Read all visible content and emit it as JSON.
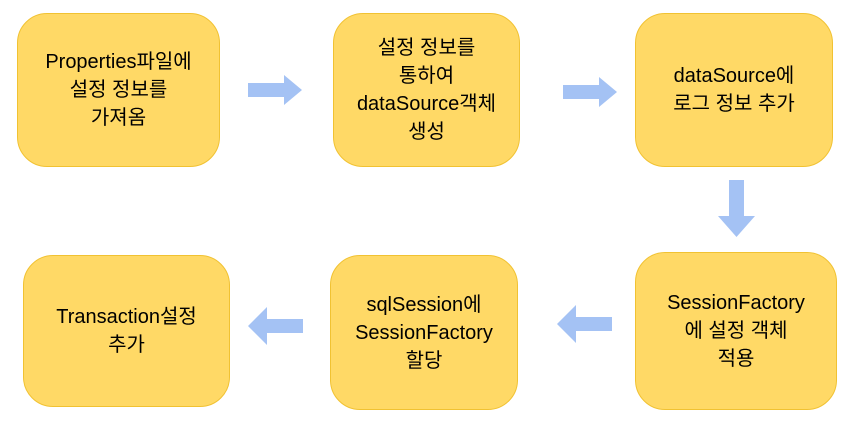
{
  "diagram": {
    "type": "flowchart",
    "colors": {
      "background": "#FFFFFF",
      "box_fill": "#FFD966",
      "box_border": "#F1C232",
      "arrow": "#A4C2F4",
      "text": "#000000"
    },
    "steps": [
      {
        "id": "step-1",
        "position": "top-left",
        "text": "Properties파일에\n설정 정보를\n가져옴"
      },
      {
        "id": "step-2",
        "position": "top-middle",
        "text": "설정 정보를\n통하여\ndataSource객체\n생성"
      },
      {
        "id": "step-3",
        "position": "top-right",
        "text": "dataSource에\n로그 정보 추가"
      },
      {
        "id": "step-4",
        "position": "bottom-right",
        "text": "SessionFactory\n에 설정 객체\n적용"
      },
      {
        "id": "step-5",
        "position": "bottom-middle",
        "text": "sqlSession에\nSessionFactory\n할당"
      },
      {
        "id": "step-6",
        "position": "bottom-left",
        "text": "Transaction설정\n추가"
      }
    ],
    "arrows": [
      {
        "from": "step-1",
        "to": "step-2",
        "direction": "right"
      },
      {
        "from": "step-2",
        "to": "step-3",
        "direction": "right"
      },
      {
        "from": "step-3",
        "to": "step-4",
        "direction": "down"
      },
      {
        "from": "step-4",
        "to": "step-5",
        "direction": "left"
      },
      {
        "from": "step-5",
        "to": "step-6",
        "direction": "left"
      }
    ]
  }
}
